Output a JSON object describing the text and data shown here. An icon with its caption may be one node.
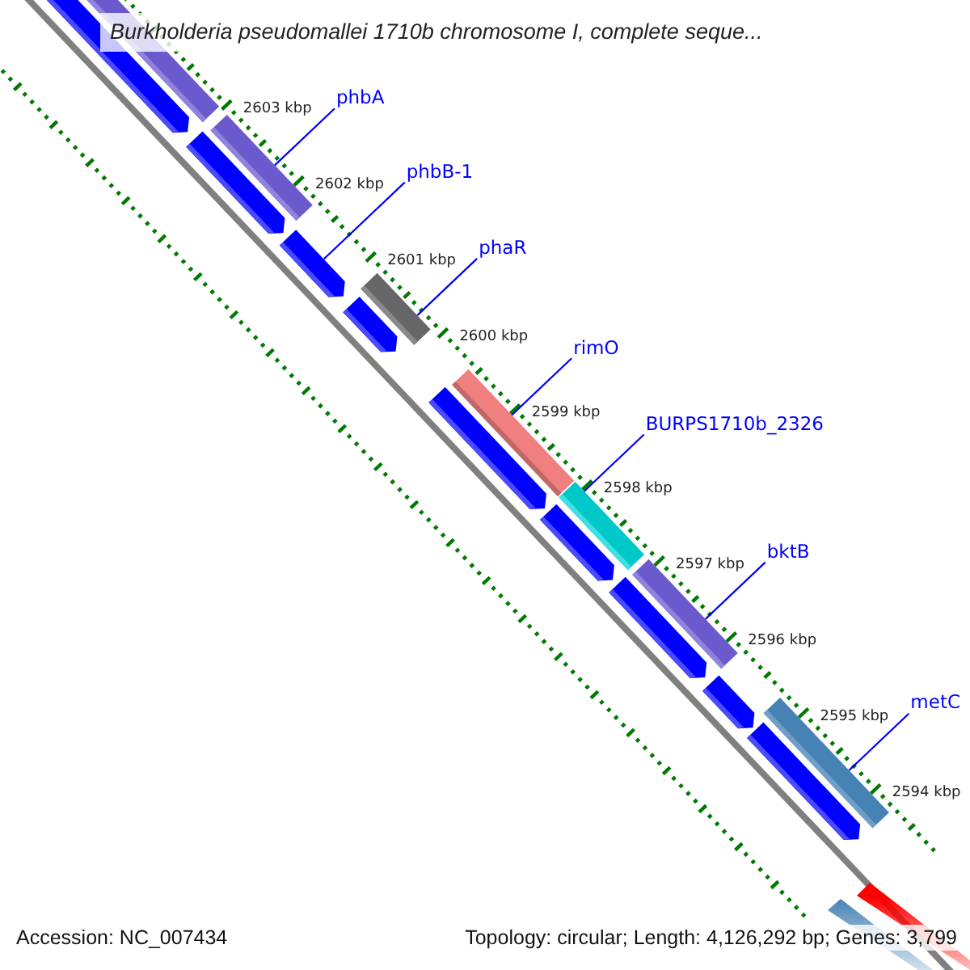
{
  "diagram": {
    "title": "Burkholderia pseudomallei 1710b chromosome I, complete seque...",
    "nodes": [
      {
        "text": [
          "phbA"
        ]
      },
      {
        "text": [],
        "shape": "bar"
      },
      {
        "text": [
          "phbB-1"
        ]
      },
      {
        "text": [],
        "shape": "bar"
      },
      {
        "text": [
          "phaR"
        ]
      },
      {
        "text": [],
        "shape": "bar"
      },
      {
        "text": [
          "rimO"
        ]
      },
      {
        "text": [],
        "shape": "bar"
      },
      {
        "text": [
          "BURPS1710b_2326"
        ]
      },
      {
        "text": [],
        "shape": "bar"
      },
      {
        "text": [
          "bktB"
        ]
      },
      {
        "text": [],
        "shape": "bar"
      },
      {
        "text": [
          "metC"
        ]
      },
      {
        "text": [],
        "shape": "bar"
      }
    ],
    "edges": [
      {
        "from": 0,
        "to": 1,
        "arrow": "none"
      },
      {
        "from": 2,
        "to": 3,
        "arrow": "none"
      },
      {
        "from": 4,
        "to": 5,
        "arrow": "none"
      },
      {
        "from": 6,
        "to": 7,
        "arrow": "none"
      },
      {
        "from": 8,
        "to": 9,
        "arrow": "none"
      },
      {
        "from": 10,
        "to": 11,
        "arrow": "none"
      },
      {
        "from": 12,
        "to": 13,
        "arrow": "none"
      }
    ],
    "labels": [
      "2603 kbp",
      "2602 kbp",
      "2601 kbp",
      "2600 kbp",
      "2599 kbp",
      "2598 kbp",
      "2597 kbp",
      "2596 kbp",
      "2595 kbp",
      "2594 kbp",
      "Accession: NC_007434",
      "Topology: circular; Length: 4,126,292 bp; Genes: 3,799"
    ]
  }
}
